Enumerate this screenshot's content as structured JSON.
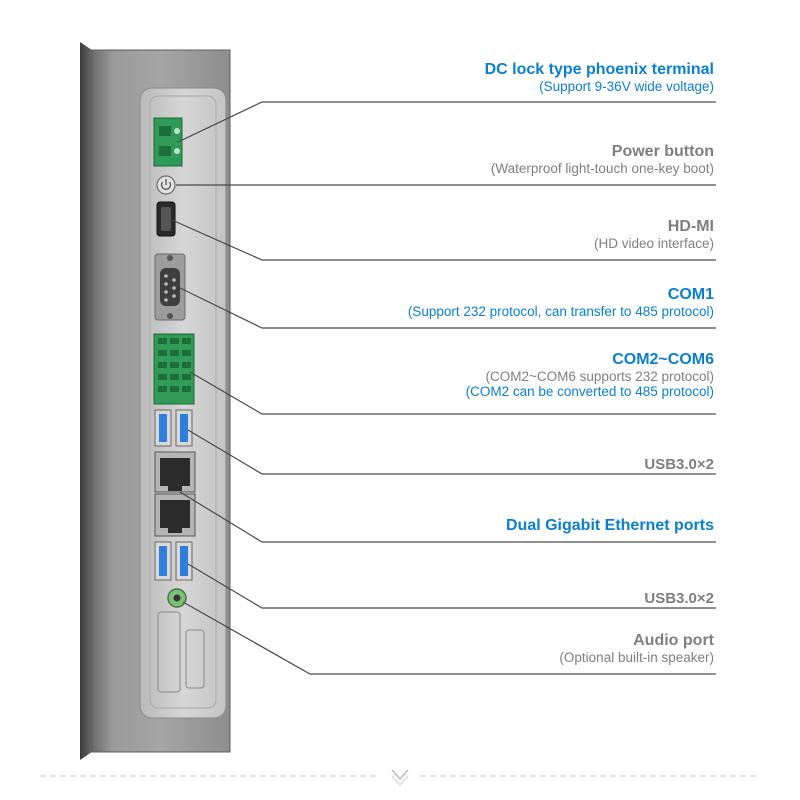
{
  "colors": {
    "accent_blue": "#0a7fd0",
    "label_gray": "#7f7f7f",
    "leader_line": "#4a4a4a",
    "panel_silver": "#c9c9c9",
    "terminal_green": "#2f9b57",
    "usb_blue": "#2f7fdc"
  },
  "labels": [
    {
      "id": "dc",
      "title": "DC lock type phoenix terminal",
      "title_color": "blue",
      "subtitles": [
        {
          "text": "(Support 9-36V wide voltage)",
          "color": "blue"
        }
      ]
    },
    {
      "id": "power",
      "title": "Power button",
      "title_color": "gray",
      "subtitles": [
        {
          "text": "(Waterproof light-touch one-key boot)",
          "color": "gray"
        }
      ]
    },
    {
      "id": "hdmi",
      "title": "HD-MI",
      "title_color": "gray",
      "subtitles": [
        {
          "text": "(HD video interface)",
          "color": "gray"
        }
      ]
    },
    {
      "id": "com1",
      "title": "COM1",
      "title_color": "blue",
      "subtitles": [
        {
          "text": "(Support 232 protocol, can transfer to 485 protocol)",
          "color": "blue"
        }
      ]
    },
    {
      "id": "com26",
      "title": "COM2~COM6",
      "title_color": "blue",
      "subtitles": [
        {
          "text": "(COM2~COM6 supports 232 protocol)",
          "color": "gray"
        },
        {
          "text": "(COM2 can be converted to 485 protocol)",
          "color": "blue"
        }
      ]
    },
    {
      "id": "usb1",
      "title": "USB3.0×2",
      "title_color": "gray",
      "subtitles": []
    },
    {
      "id": "eth",
      "title": "Dual Gigabit Ethernet ports",
      "title_color": "blue",
      "subtitles": []
    },
    {
      "id": "usb2",
      "title": "USB3.0×2",
      "title_color": "gray",
      "subtitles": []
    },
    {
      "id": "audio",
      "title": "Audio port",
      "title_color": "gray",
      "subtitles": [
        {
          "text": "(Optional built-in speaker)",
          "color": "gray"
        }
      ]
    }
  ],
  "icons": [
    "phoenix-terminal-icon",
    "power-icon",
    "hdmi-port-icon",
    "db9-serial-port-icon",
    "terminal-block-icon",
    "usb3-port-icon",
    "rj45-port-icon",
    "audio-jack-icon",
    "chevron-down-icon"
  ]
}
